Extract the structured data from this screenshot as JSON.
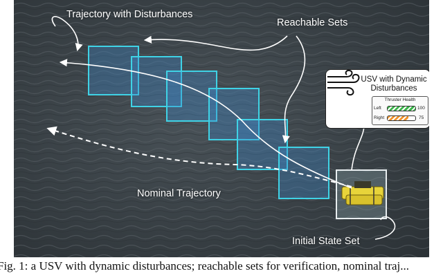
{
  "labels": {
    "trajectory": "Trajectory with Disturbances",
    "reachable": "Reachable Sets",
    "nominal": "Nominal Trajectory",
    "initial": "Initial State Set"
  },
  "legend": {
    "title": "USV with Dynamic Disturbances",
    "panel_title": "Thruster Health",
    "left_label": "Left",
    "left_value": "100",
    "left_level": 1.0,
    "left_color": "#3cb34a",
    "right_label": "Right",
    "right_value": "75",
    "right_level": 0.75,
    "right_color": "#f0922b",
    "icon": "wind-icon"
  },
  "colors": {
    "reachable_set": "#3fd3e6",
    "initial_set": "#e8eef0",
    "usv": "#e8d43a"
  },
  "caption": "Fig. 1: a USV with dynamic disturbances; reachable sets for verification, nominal traj..."
}
